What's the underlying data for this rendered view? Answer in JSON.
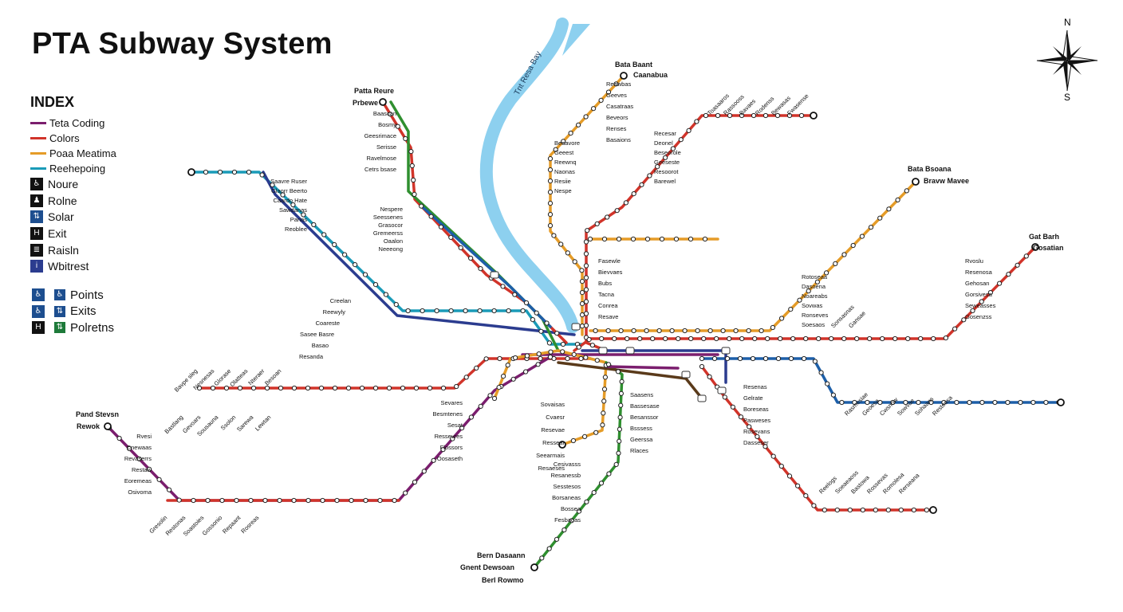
{
  "title": "PTA Subway System",
  "index": {
    "title": "INDEX",
    "lines": [
      {
        "label": "Teta Coding",
        "color": "#7b1e6e"
      },
      {
        "label": "Colors",
        "color": "#d1342a"
      },
      {
        "label": "Poaa Meatima",
        "color": "#e59c28"
      },
      {
        "label": "Reehepoing",
        "color": "#1a9bb8"
      }
    ],
    "symbols": [
      {
        "icon": "wheelchair-icon",
        "glyph": "♿",
        "label": "Noure"
      },
      {
        "icon": "person-icon",
        "glyph": "♟",
        "label": "Rolne"
      },
      {
        "icon": "elevator-icon",
        "glyph": "⇅",
        "label": "Solar"
      },
      {
        "icon": "exit-icon",
        "glyph": "H",
        "label": "Exit"
      },
      {
        "icon": "stairs-icon",
        "glyph": "≣",
        "label": "Raisln"
      },
      {
        "icon": "info-icon",
        "glyph": "i",
        "label": "Wbitrest"
      }
    ]
  },
  "points_legend": [
    {
      "icon": "wheelchair-icon",
      "glyph": "♿",
      "label_icon": "wheelchair-icon",
      "label_glyph": "♿",
      "label": "Points",
      "color": "#1d4e8f"
    },
    {
      "icon": "wheelchair-icon",
      "glyph": "♿",
      "label_icon": "elevator-icon",
      "label_glyph": "⇅",
      "label": "Exits",
      "color": "#1d4e8f"
    },
    {
      "icon": "exit-icon",
      "glyph": "H",
      "label_icon": "elevator-icon",
      "label_glyph": "⇅",
      "label": "Polretns",
      "color": "#1e7a3a"
    }
  ],
  "compass": {
    "north": "N",
    "south": "S"
  },
  "river_label": "Tnt Resa Bay",
  "line_colors": {
    "red": "#d1342a",
    "purple": "#7b1e6e",
    "orange": "#e59c28",
    "teal": "#1a9bb8",
    "blue": "#1d5fa8",
    "green": "#2f8f2f",
    "brown": "#5a3a1a",
    "navy": "#2b3c8f",
    "river": "#8dd0ef"
  },
  "terminal_labels": [
    "Patta Reure",
    "Prbewe",
    "Bata Baant",
    "Caanabua",
    "Bata Bsoana",
    "Bravw Mavee",
    "Gat Barh",
    "Gosatian",
    "Pand Stevsn",
    "Rewok",
    "Berl Rowmo",
    "Gnent Dewsoan",
    "Bern Dasaann"
  ],
  "station_labels": [
    "Baascan",
    "Bosmy",
    "Geesrimace",
    "Serisse",
    "Ravelmose",
    "Cetrs bsase",
    "Nespere",
    "Seessenes",
    "Grasocor",
    "Gremeerss",
    "Oaalon",
    "Neeeong",
    "Reawbas",
    "Geeves",
    "Casatraas",
    "Beveors",
    "Renses",
    "Basaions",
    "Beaavore",
    "Geeest",
    "Reewnq",
    "Naonas",
    "Resiie",
    "Nespe",
    "Recesar",
    "Deonel",
    "Beseorole",
    "Geeseste",
    "Resoorot",
    "Barewel",
    "Fasewle",
    "Bievvaes",
    "Bubs",
    "Tacna",
    "Conrea",
    "Resave",
    "Saavre Ruser",
    "Glaorr Beerto",
    "Caardo Hate",
    "Sawdanas",
    "Panas",
    "Reoblee",
    "Creelan",
    "Reewyly",
    "Coareste",
    "Sasee Basre",
    "Basao",
    "Resanda",
    "Bavpe sleg",
    "Nesnesas",
    "Glorase",
    "Olatteas",
    "Nteraer",
    "Besoan",
    "Bastlang",
    "Gevoars",
    "Sousauna",
    "Ssolon",
    "Sarewa",
    "Lewtan",
    "Rvesi",
    "Cnewaas",
    "Revaserrs",
    "Restaw",
    "Eoremeas",
    "Osivoma",
    "Gresolin",
    "Restonas",
    "Soastoies",
    "Gossonio",
    "Repaant",
    "Rosreas",
    "Sevares",
    "Besmtenes",
    "Sesat",
    "Ressevres",
    "Flossors",
    "Oosaseth",
    "Sovaisas",
    "Cvaesr",
    "Resevae",
    "Ressear",
    "Seearmais",
    "Resaeses",
    "Saasens",
    "Bassesase",
    "Besanssor",
    "Bsssess",
    "Geerssa",
    "Rlaces",
    "Cesivasss",
    "Resanessb",
    "Sesstesos",
    "Borsaneas",
    "Bossea",
    "Fesbaoas",
    "Resenas",
    "Gelrate",
    "Boreseas",
    "Pasweses",
    "Rosevans",
    "Dasseser",
    "Reelogs",
    "Soeaeaoss",
    "Bastowa",
    "Rossevas",
    "Romolesa",
    "Rerseana",
    "Rasmesiae",
    "Geoesa",
    "Cwsnow",
    "Sowvae",
    "Sohaans",
    "Resteosa",
    "Rotoseaa",
    "Dasoena",
    "Noareabs",
    "Sovwas",
    "Ronseves",
    "Soesaos",
    "Rvoslu",
    "Resenosa",
    "Gehosan",
    "Gorsivesa",
    "Seweasses",
    "Gosenzss",
    "Toasaaros",
    "Rassooss",
    "Bavaes",
    "Rodenss",
    "Bewasas",
    "Fwasense",
    "Sonsasnas",
    "Gansae"
  ]
}
